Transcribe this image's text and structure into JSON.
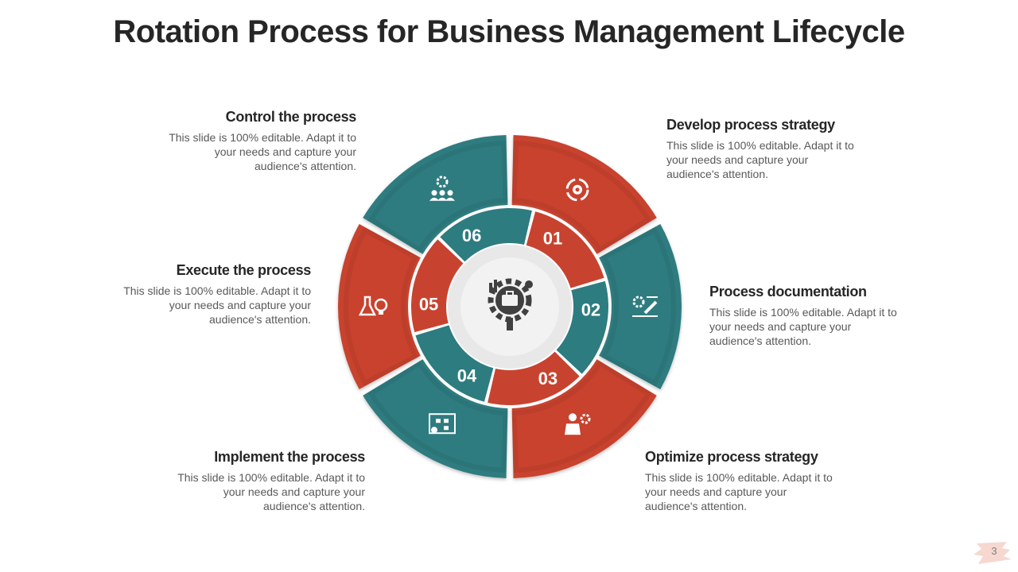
{
  "title": "Rotation Process for Business Management Lifecycle",
  "colors": {
    "red": "#C8432F",
    "teal": "#2D7C80"
  },
  "steps": [
    {
      "number": "01",
      "title": "Develop process strategy",
      "body": "This slide is 100% editable. Adapt it to your needs and capture your audience's attention.",
      "icon": "cycle-gear-icon"
    },
    {
      "number": "02",
      "title": "Process documentation",
      "body": "This slide is 100% editable. Adapt it to your needs and capture your audience's attention.",
      "icon": "gears-flow-icon"
    },
    {
      "number": "03",
      "title": "Optimize process strategy",
      "body": "This slide is 100% editable. Adapt it to your needs and capture your audience's attention.",
      "icon": "presenter-gear-icon"
    },
    {
      "number": "04",
      "title": "Implement the process",
      "body": "This slide is 100% editable. Adapt it to your needs and capture your audience's attention.",
      "icon": "blueprint-icon"
    },
    {
      "number": "05",
      "title": "Execute the process",
      "body": "This slide is 100% editable. Adapt it to your needs and capture your audience's attention.",
      "icon": "flask-bulb-icon"
    },
    {
      "number": "06",
      "title": "Control the process",
      "body": "This slide is 100% editable. Adapt it to your needs and capture your audience's attention.",
      "icon": "team-gear-icon"
    }
  ],
  "center_icon": "business-gear-icon",
  "page_number": "3"
}
